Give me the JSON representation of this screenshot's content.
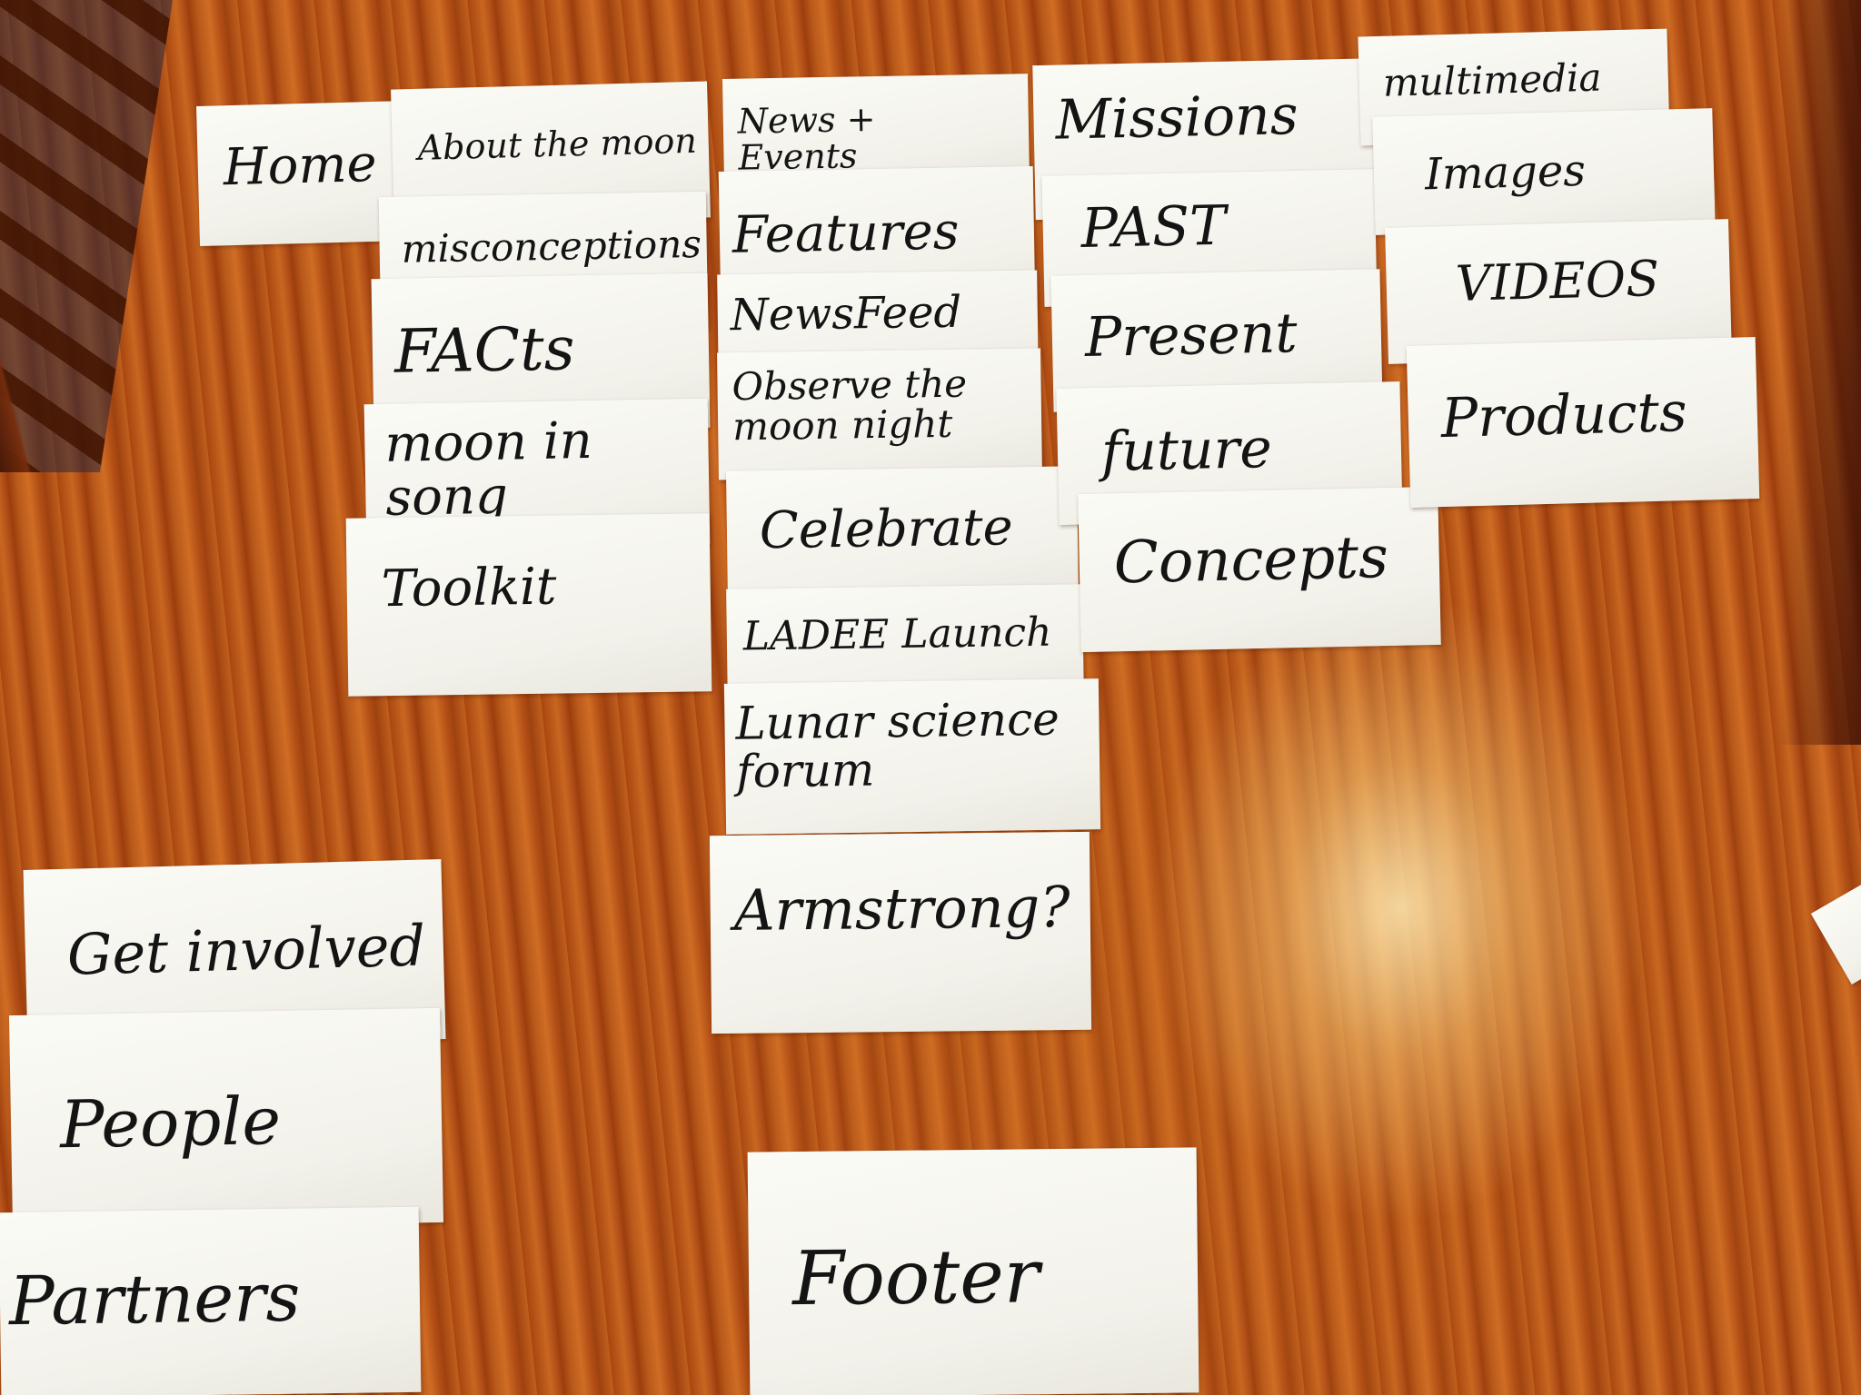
{
  "cards": {
    "home": "Home",
    "about": "About the moon",
    "misconceptions": "misconceptions",
    "facts": "FACts",
    "moon_in_song": "moon in\nsong",
    "toolkit": "Toolkit",
    "news_events": "News +\nEvents",
    "features": "Features",
    "newsfeed": "NewsFeed",
    "observe": "Observe the\nmoon night",
    "celebrate": "Celebrate",
    "ladee": "LADEE Launch",
    "lunar_forum": "Lunar science\nforum",
    "armstrong": "Armstrong?",
    "missions": "Missions",
    "past": "PAST",
    "present": "Present",
    "future": "future",
    "concepts": "Concepts",
    "multimedia": "multimedia",
    "images": "Images",
    "videos": "VIDEOS",
    "products": "Products",
    "get_involved": "Get involved",
    "people": "People",
    "partners": "Partners",
    "footer": "Footer"
  },
  "colors": {
    "table_wood": "#b9581a",
    "card_paper": "#f7f6f0",
    "ink": "#141414"
  }
}
